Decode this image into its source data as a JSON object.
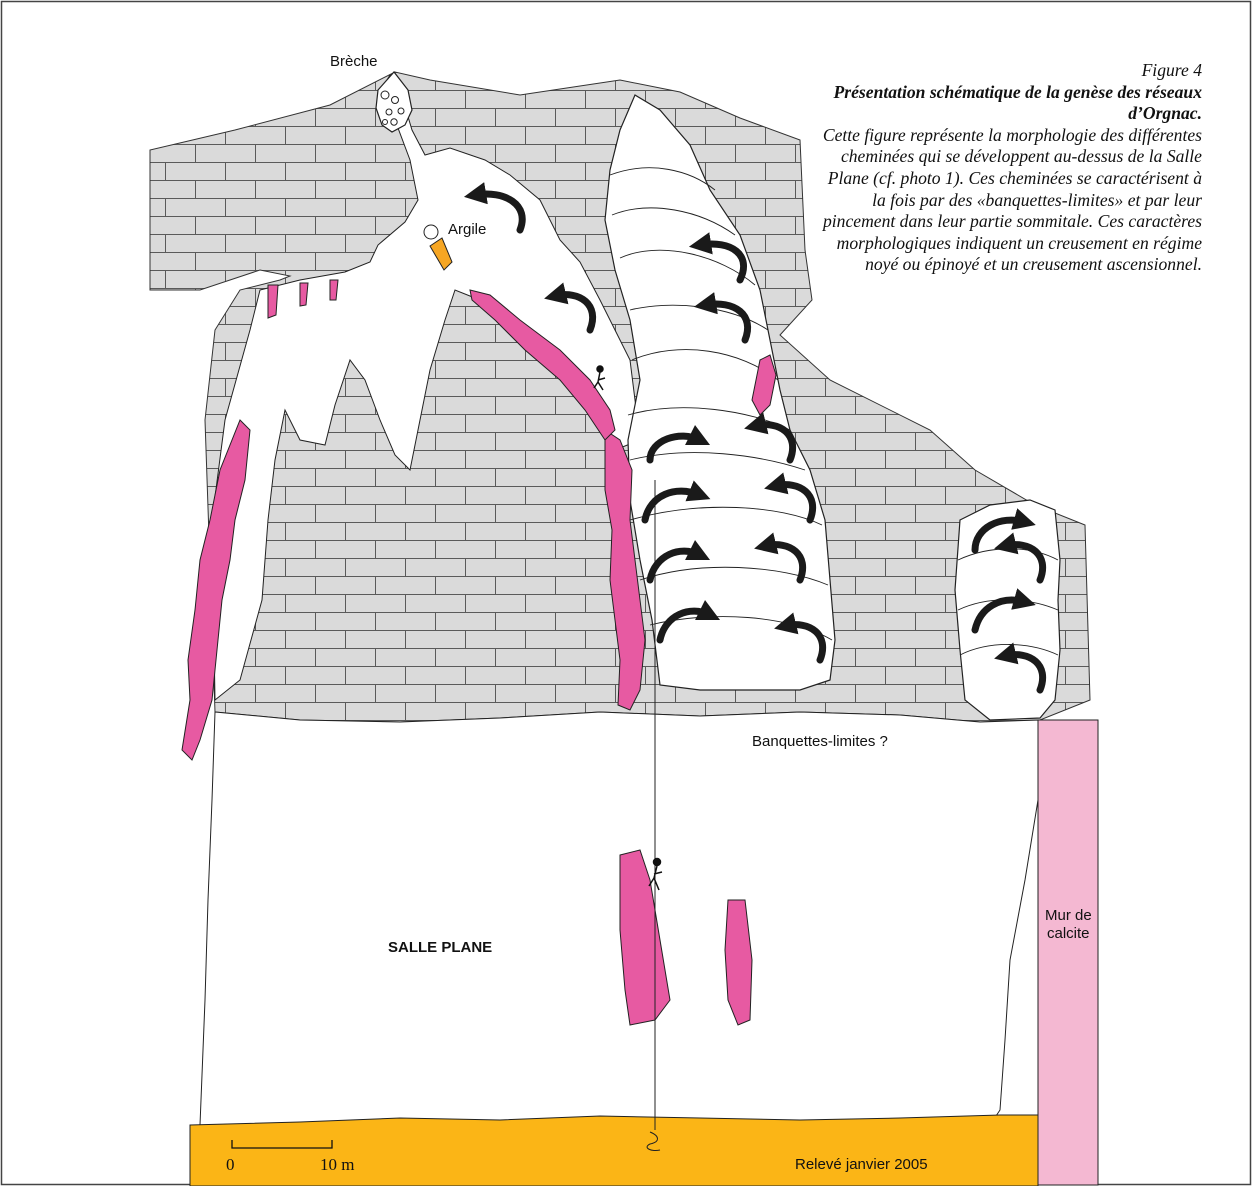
{
  "caption": {
    "figure_number": "Figure 4",
    "title": "Présentation schématique de la genèse des réseaux d’Orgnac.",
    "text": "Cette figure représente la morphologie des différentes cheminées qui se développent au-dessus de la Salle Plane (cf. photo 1). Ces cheminées se caractérisent à la fois par des «banquettes-limites» et par leur pincement dans leur partie sommitale. Ces caractères morphologiques indiquent un creusement en régime noyé ou épinoyé et un creusement ascensionnel."
  },
  "labels": {
    "breche": "Brèche",
    "argile": "Argile",
    "banquettes": "Banquettes-limites ?",
    "salle": "SALLE PLANE",
    "mur_line1": "Mur de",
    "mur_line2": "calcite",
    "releve": "Relevé janvier 2005"
  },
  "scale_bar": {
    "start": "0",
    "end": "10 m"
  },
  "colors": {
    "limestone": "#dadada",
    "brick_lines": "#5a5a5a",
    "calcite_flowstone": "#e75aa2",
    "calcite_wall": "#f4b8d2",
    "floor_sediment": "#fbb516",
    "clay": "#f6a623",
    "arrow": "#1a1a1a"
  }
}
